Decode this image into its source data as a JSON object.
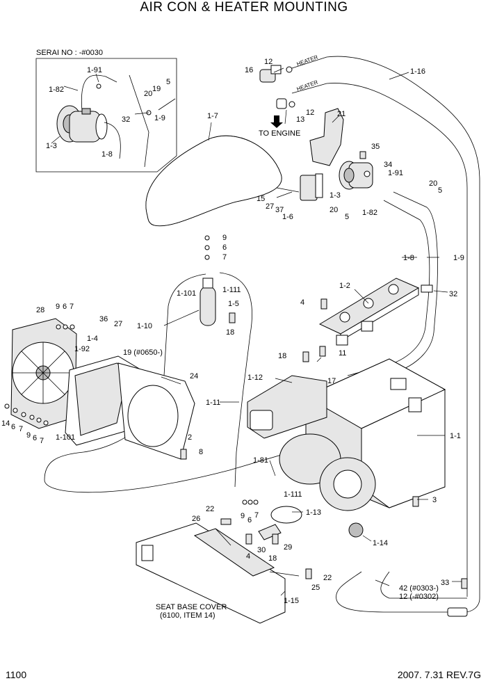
{
  "title": "AIR CON & HEATER MOUNTING",
  "serial_note": "SERAI NO : -#0030",
  "engine_note": "TO ENGINE",
  "seat_note_1": "SEAT BASE COVER",
  "seat_note_2": "(6100, ITEM 14)",
  "page_number": "1100",
  "revision": "2007. 7.31  REV.7G",
  "callouts": {
    "c_1_91a": "1-91",
    "c_1_82a": "1-82",
    "c_20a": "20",
    "c_19a": "19",
    "c_5a": "5",
    "c_1_9a": "1-9",
    "c_32a": "32",
    "c_1_3a": "1-3",
    "c_1_8a": "1-8",
    "c_12a": "12",
    "c_16": "16",
    "c_1_16": "1-16",
    "c_12b": "12",
    "c_13": "13",
    "c_21": "21",
    "c_1_7": "1-7",
    "c_35": "35",
    "c_34": "34",
    "c_1_91b": "1-91",
    "c_1_3b": "1-3",
    "c_15": "15",
    "c_27a": "27",
    "c_37": "37",
    "c_20b": "20",
    "c_5b": "5",
    "c_20c": "20",
    "c_5c": "5",
    "c_1_82b": "1-82",
    "c_1_6": "1-6",
    "c_9a": "9",
    "c_6a": "6",
    "c_7a": "7",
    "c_1_101a": "1-101",
    "c_1_111a": "1-111",
    "c_1_5": "1-5",
    "c_18a": "18",
    "c_1_8b": "1-8",
    "c_1_9b": "1-9",
    "c_32b": "32",
    "c_1_2": "1-2",
    "c_4a": "4",
    "c_28": "28",
    "c_9b": "9",
    "c_6b": "6",
    "c_7b": "7",
    "c_36": "36",
    "c_27b": "27",
    "c_1_10": "1-10",
    "c_1_4": "1-4",
    "c_1_92": "1-92",
    "c_19b": "19 (#0650-)",
    "c_18b": "18",
    "c_11": "11",
    "c_24": "24",
    "c_1_12": "1-12",
    "c_17": "17",
    "c_1_11": "1-11",
    "c_2": "2",
    "c_8": "8",
    "c_1_1": "1-1",
    "c_14": "14",
    "c_6c": "6",
    "c_7c": "7",
    "c_9c": "9",
    "c_6d": "6",
    "c_7d": "7",
    "c_1_101b": "1-101",
    "c_1_81": "1-81",
    "c_1_111b": "1-111",
    "c_3": "3",
    "c_22a": "22",
    "c_26": "26",
    "c_9d": "9",
    "c_6e": "6",
    "c_7e": "7",
    "c_1_13": "1-13",
    "c_4b": "4",
    "c_30": "30",
    "c_18c": "18",
    "c_29": "29",
    "c_1_14": "1-14",
    "c_22b": "22",
    "c_25": "25",
    "c_1_15": "1-15",
    "c_33": "33",
    "c_42": "42 (#0303-)",
    "c_12c": "12 (-#0302)"
  },
  "hose_texts": {
    "heater_a": "HEATER",
    "heater_b": "HEATER"
  }
}
